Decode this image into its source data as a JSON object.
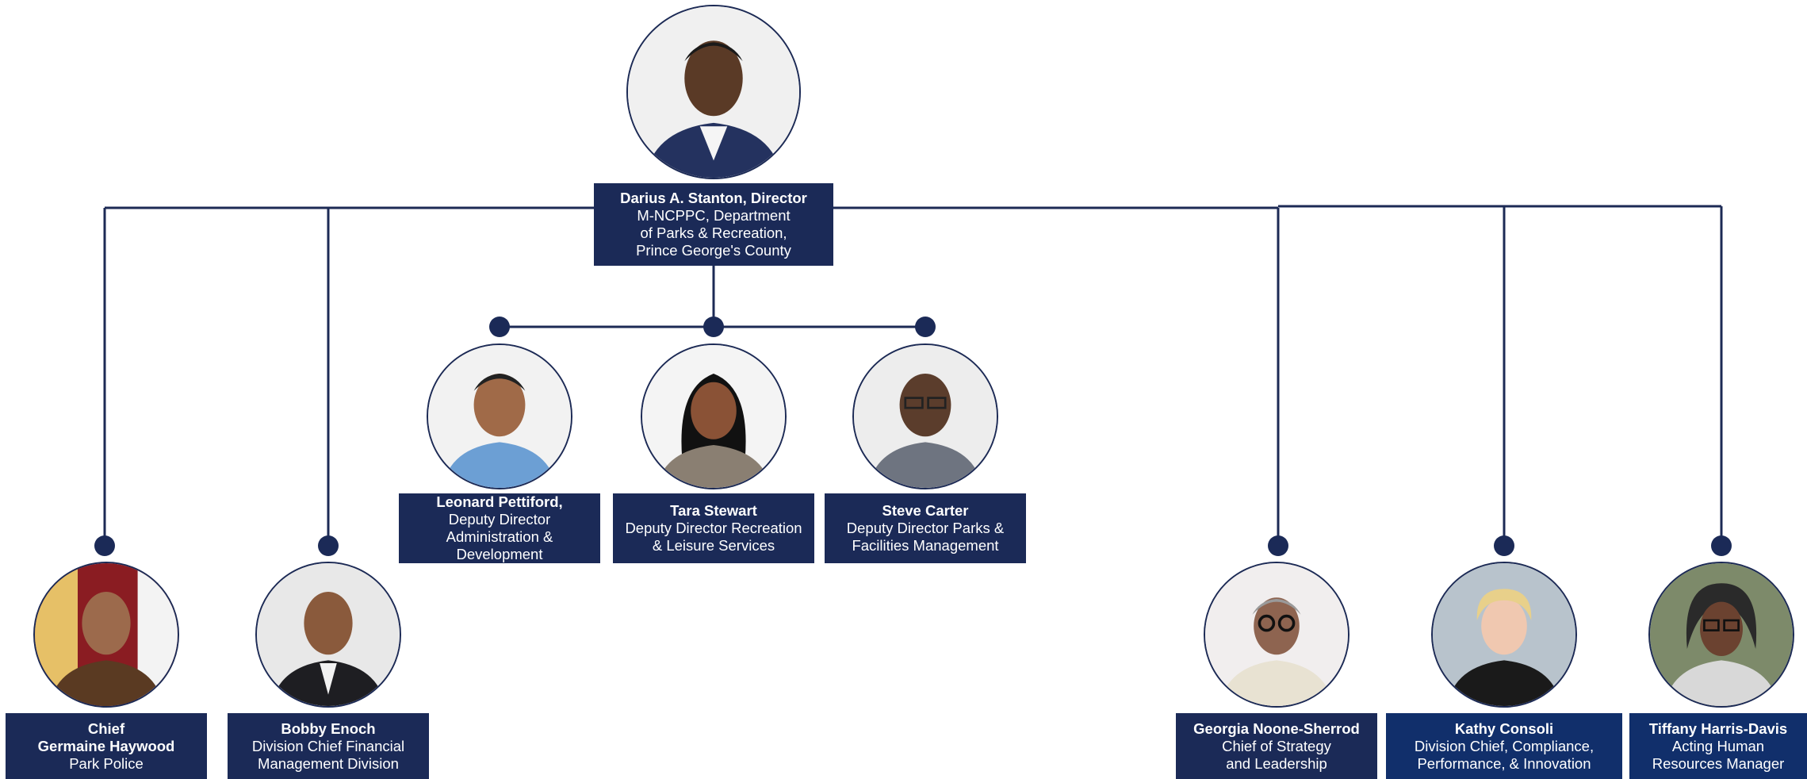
{
  "director": {
    "name": "Darius A. Stanton, Director",
    "line1": "M-NCPPC, Department",
    "line2": "of Parks & Recreation,",
    "line3": "Prince George's County"
  },
  "deputies": [
    {
      "name": "Leonard Pettiford,",
      "line1": "Deputy Director",
      "line2": "Administration &",
      "line3": "Development"
    },
    {
      "name": "Tara Stewart",
      "line1": "Deputy Director Recreation",
      "line2": "& Leisure Services"
    },
    {
      "name": "Steve Carter",
      "line1": "Deputy Director Parks &",
      "line2": "Facilities Management"
    }
  ],
  "chiefs": [
    {
      "line0": "Chief",
      "name": "Germaine Haywood",
      "line1": "Park Police"
    },
    {
      "name": "Bobby Enoch",
      "line1": "Division Chief Financial",
      "line2": "Management Division"
    },
    {
      "name": "Georgia Noone-Sherrod",
      "line1": "Chief of Strategy",
      "line2": "and Leadership"
    },
    {
      "name": "Kathy Consoli",
      "line1": "Division Chief, Compliance,",
      "line2": "Performance, & Innovation"
    },
    {
      "name": "Tiffany Harris-Davis",
      "line1": "Acting Human",
      "line2": "Resources Manager"
    }
  ],
  "colors": {
    "box": "#1b2a57",
    "box_alt": "#112f6b",
    "line": "#1c2a55"
  }
}
